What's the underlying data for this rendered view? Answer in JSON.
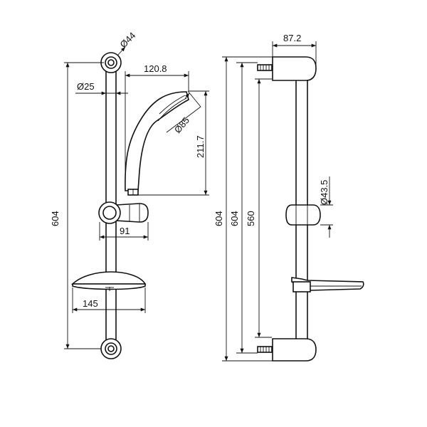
{
  "dimensions": {
    "bracket_diameter": "Ø44",
    "rail_diameter": "Ø25",
    "handset_length": "120.8",
    "handset_face_diameter": "Ø85",
    "handset_height": "211.7",
    "total_height_front": "604",
    "slider_depth": "91",
    "dish_width": "145",
    "bracket_depth": "87.2",
    "total_height_side_outer": "604",
    "total_height_side_inner": "604",
    "fixing_distance": "560",
    "slider_diameter": "Ø43.5"
  },
  "colors": {
    "line": "#111111",
    "background": "#ffffff"
  }
}
